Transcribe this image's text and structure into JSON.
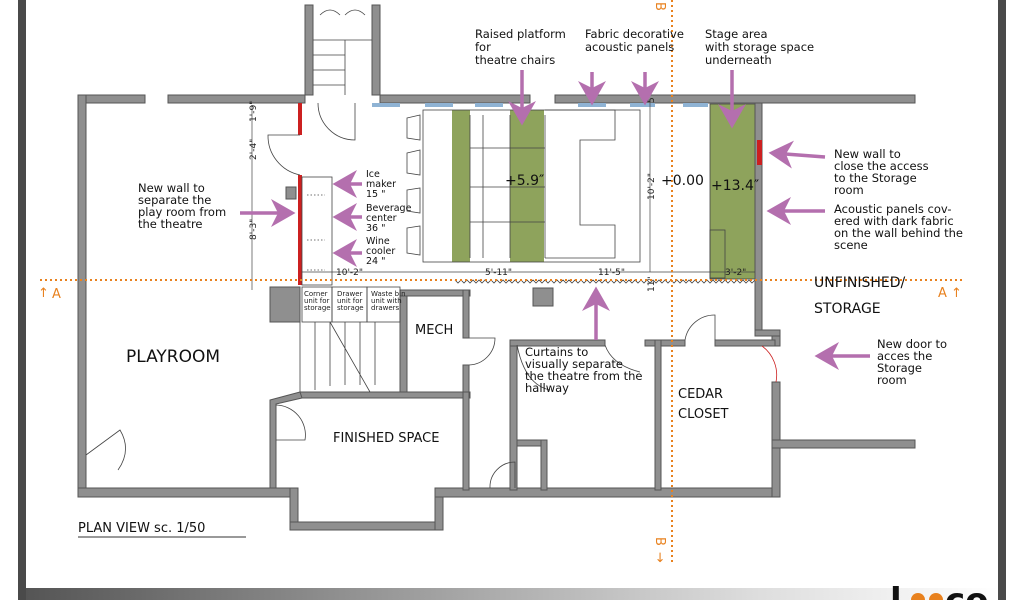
{
  "title": "PLAN VIEW  sc. 1/50",
  "logo_text": "loco",
  "colors": {
    "wall": "#8f8f8f",
    "accent_arrow": "#b46fae",
    "section_line": "#e8811e",
    "platform": "#8ea35c",
    "new_wall": "#cc2020",
    "window": "#8fb3d4"
  },
  "rooms": {
    "playroom": "PLAYROOM",
    "mech": "MECH",
    "finished": "FINISHED SPACE",
    "cedar1": "CEDAR",
    "cedar2": "CLOSET",
    "unfinished1": "UNFINISHED/",
    "unfinished2": "STORAGE"
  },
  "annotations": {
    "platform": [
      "Raised platform",
      "for",
      "theatre chairs"
    ],
    "panels": [
      "Fabric decorative",
      "acoustic panels"
    ],
    "stage": [
      "Stage area",
      "with storage space",
      "underneath"
    ],
    "new_wall_storage": [
      "New wall to",
      "close the access",
      "to the Storage",
      "room"
    ],
    "acoustic_dark": [
      "Acoustic panels cov-",
      "ered with dark fabric",
      "on the wall behind the",
      "scene"
    ],
    "new_wall_play": [
      "New wall to",
      "separate the",
      "play room from",
      "the theatre"
    ],
    "new_door": [
      "New door to",
      "acces the",
      "Storage",
      "room"
    ],
    "curtains": [
      "Curtains to",
      "visually separate",
      "the theatre from the",
      "hallway"
    ],
    "ice": [
      "Ice",
      "maker",
      "15 \""
    ],
    "beverage": [
      "Beverage",
      "center",
      "36 \""
    ],
    "wine": [
      "Wine",
      "cooler",
      "24 \""
    ],
    "corner": [
      "Corner",
      "unit for",
      "storage"
    ],
    "drawer": [
      "Drawer",
      "unit for",
      "storage"
    ],
    "waste": [
      "Waste bin",
      "unit with",
      "drawers"
    ]
  },
  "levels": {
    "platform": "+5.9″",
    "floor": "+0.00",
    "stage": "+13.4″"
  },
  "dimensions": {
    "d1": "1'-9\"",
    "d2": "2'-4\"",
    "d3": "8'-3\"",
    "d4": "10'-2\"",
    "d5": "5'-11\"",
    "d6": "11'-5\"",
    "d7": "3'-2\"",
    "d8": "10'-2\"",
    "d9": "5\"",
    "d10": "11\""
  },
  "section_marks": {
    "a": "A",
    "b": "B"
  }
}
